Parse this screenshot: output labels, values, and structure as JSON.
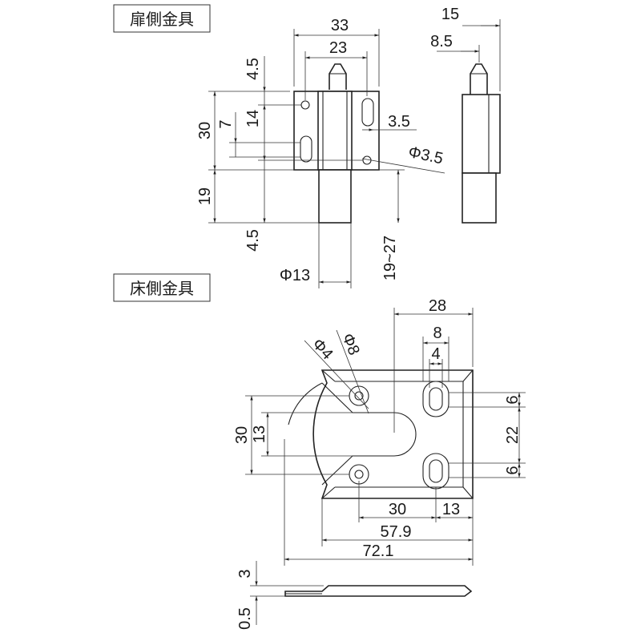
{
  "sections": {
    "door": "扉側金具",
    "floor": "床側金具"
  },
  "dims": {
    "door_front": {
      "width_total": "33",
      "width_body": "23",
      "pin_tip": "4.5",
      "height_total": "30",
      "hole_pitch": "14",
      "slot": "7",
      "pin_offset": "3.5",
      "hole_dia": "Φ3.5",
      "pin_length": "19",
      "bottom_offset": "4.5",
      "stroke": "19~27",
      "pin_dia": "Φ13"
    },
    "door_side": {
      "depth_total": "15",
      "depth_pin": "8.5"
    },
    "floor_plan": {
      "width": "28",
      "slot_w": "8",
      "slot_inner": "4",
      "hole_small": "Φ4",
      "hole_large": "Φ8",
      "slot_len_top": "6",
      "slot_pitch": "22",
      "slot_len_bottom": "6",
      "height_total": "30",
      "height_mid": "13",
      "hole_to_slot": "30",
      "slot_to_edge": "13",
      "length_body": "57.9",
      "length_total": "72.1"
    },
    "floor_side": {
      "thickness": "3",
      "plate": "0.5"
    }
  }
}
